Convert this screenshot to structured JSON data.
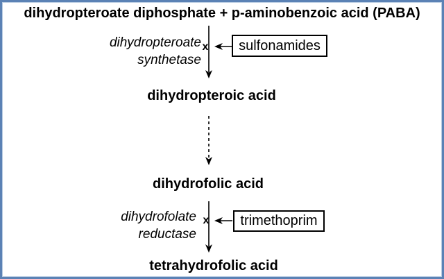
{
  "colors": {
    "frame_border": "#5b82b5",
    "frame_inner": "#b9cce2",
    "diagram_ink": "#000000",
    "background": "#ffffff"
  },
  "pathway": {
    "title": "dihydropteroate diphosphate + p-aminobenzoic acid (PABA)",
    "inhibition_mark": "x",
    "metabolites": [
      "dihydropteroic acid",
      "dihydrofolic acid",
      "tetrahydrofolic acid"
    ],
    "enzymes": [
      {
        "line1": "dihydropteroate",
        "line2": "synthetase"
      },
      {
        "line1": "dihydrofolate",
        "line2": "reductase"
      }
    ],
    "inhibitors": [
      "sulfonamides",
      "trimethoprim"
    ]
  }
}
